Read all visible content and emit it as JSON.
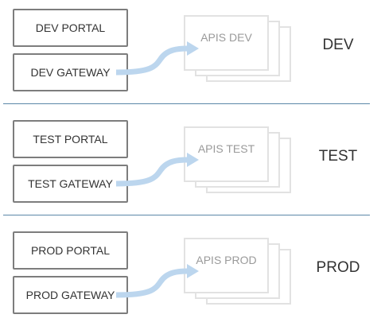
{
  "environments": [
    {
      "portal": "DEV PORTAL",
      "gateway": "DEV GATEWAY",
      "apis": "APIS DEV",
      "label": "DEV"
    },
    {
      "portal": "TEST PORTAL",
      "gateway": "TEST GATEWAY",
      "apis": "APIS TEST",
      "label": "TEST"
    },
    {
      "portal": "PROD PORTAL",
      "gateway": "PROD GATEWAY",
      "apis": "APIS PROD",
      "label": "PROD"
    }
  ],
  "colors": {
    "box_border": "#7d7d7d",
    "stack_border": "#e2e2e2",
    "arrow": "#bcd6ee",
    "divider": "#5b87a8",
    "text": "#333333",
    "muted_text": "#9a9a9a"
  }
}
